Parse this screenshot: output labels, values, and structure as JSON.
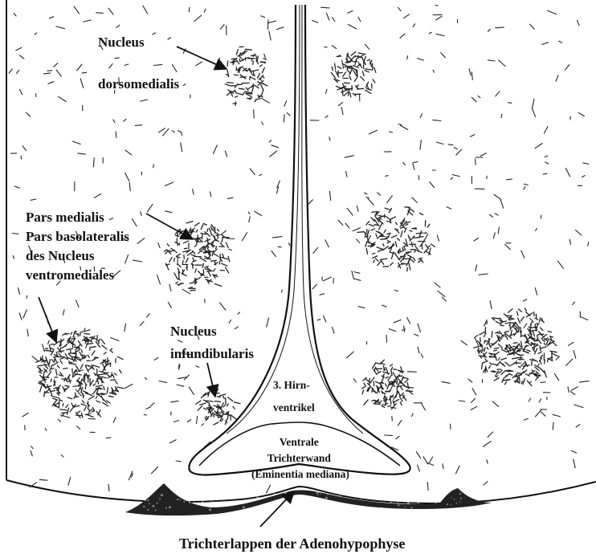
{
  "labels": {
    "nucleus_dorsomedialis": [
      "Nucleus",
      "dorsomedialis"
    ],
    "ventromedial": [
      "Pars medialis",
      "Pars basolateralis",
      "des Nucleus",
      "ventromediales"
    ],
    "nucleus_infundibularis": [
      "Nucleus",
      "infundibularis"
    ],
    "ventricle": [
      "3. Hirn-",
      "ventrikel"
    ],
    "ventral_wall": [
      "Ventrale",
      "Trichterwand",
      "(Eminentia mediana)"
    ],
    "adenohypophyse": "Trichterlappen der Adenohypophyse"
  },
  "colors": {
    "ink": "#111111",
    "background": "#ffffff"
  }
}
